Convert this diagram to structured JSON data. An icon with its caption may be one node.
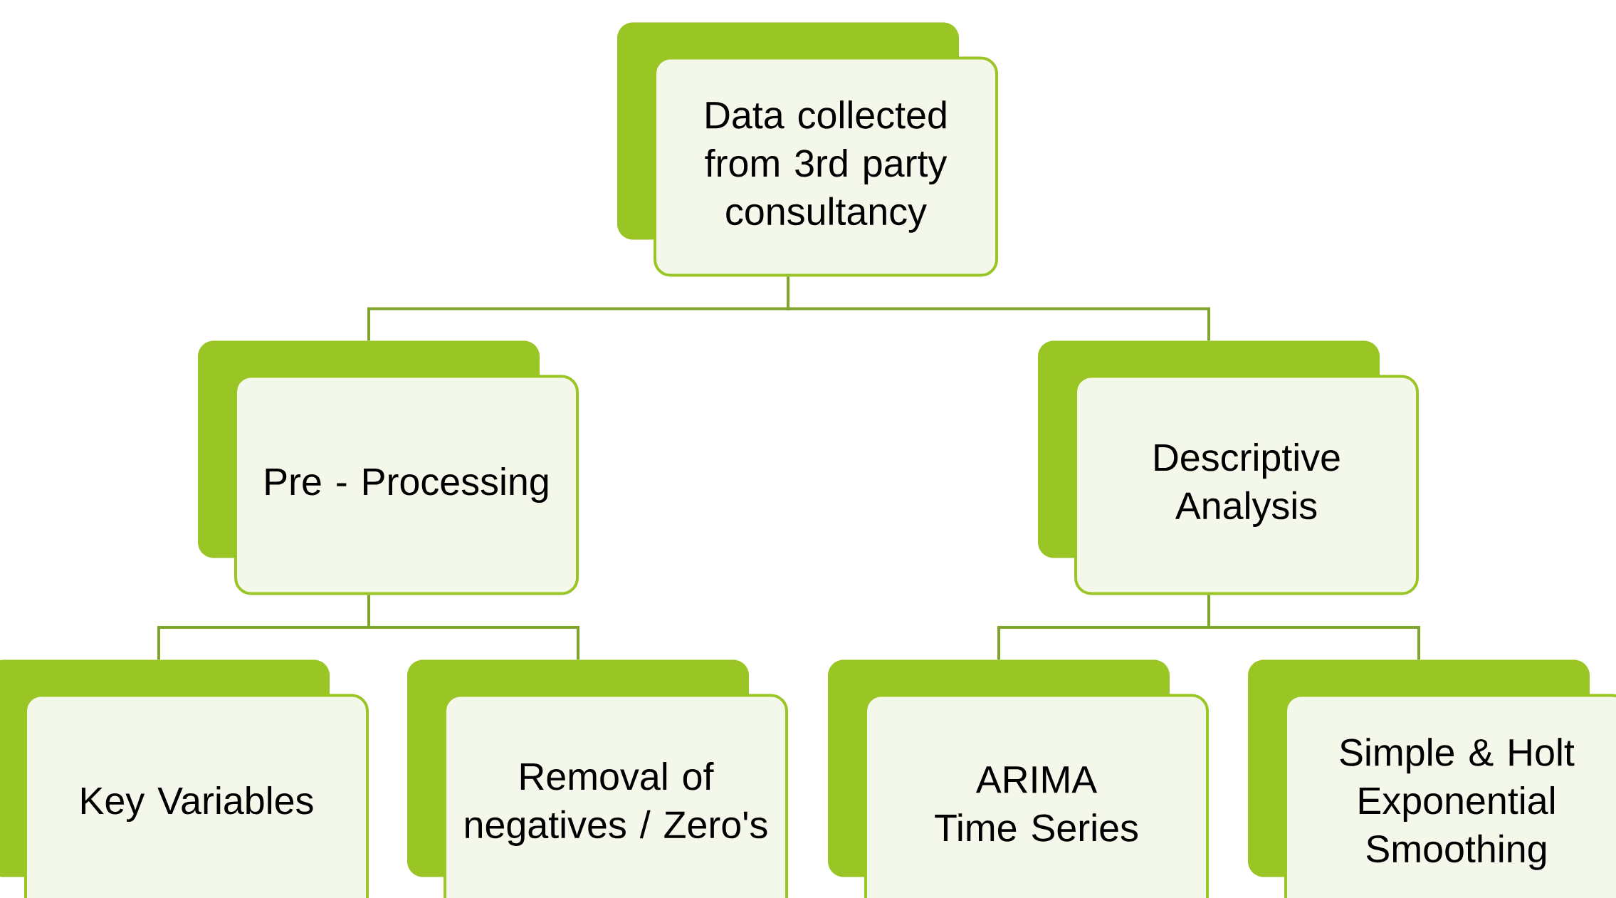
{
  "diagram": {
    "nodes": [
      {
        "text": [
          "Data collected from 3rd party consultancy"
        ]
      },
      {
        "text": [
          "Pre - Processing"
        ]
      },
      {
        "text": [
          "Descriptive Analysis"
        ]
      },
      {
        "text": [
          "Key Variables"
        ]
      },
      {
        "text": [
          "Removal of negatives / Zero's"
        ]
      },
      {
        "text": [
          "ARIMA Time Series"
        ]
      },
      {
        "text": [
          "Simple & Holt Exponential Smoothing"
        ]
      }
    ],
    "edges": [
      {
        "from": 0,
        "to": 1,
        "arrow": "none"
      },
      {
        "from": 0,
        "to": 2,
        "arrow": "none"
      },
      {
        "from": 1,
        "to": 3,
        "arrow": "none"
      },
      {
        "from": 1,
        "to": 4,
        "arrow": "none"
      },
      {
        "from": 2,
        "to": 5,
        "arrow": "none"
      },
      {
        "from": 2,
        "to": 6,
        "arrow": "none"
      }
    ]
  }
}
